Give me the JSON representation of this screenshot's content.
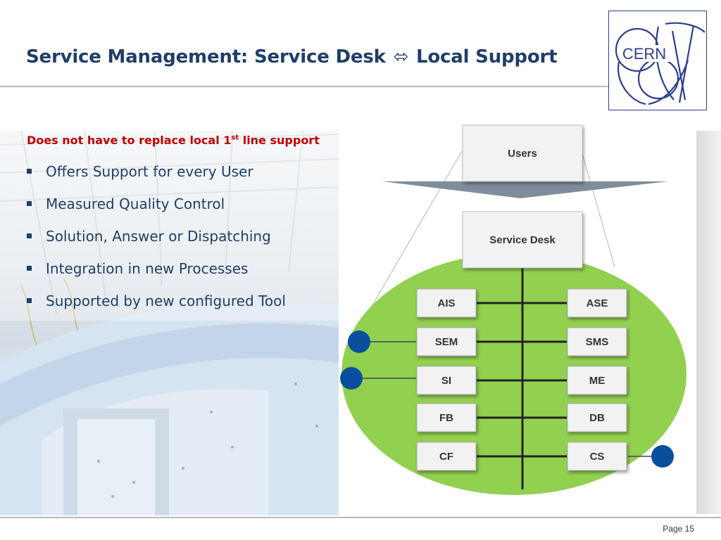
{
  "slide": {
    "title_left": "Service Management: Service Desk",
    "title_arrow": "⬄",
    "title_right": "Local Support",
    "logo_text": "CERN",
    "page_label": "Page 15"
  },
  "content": {
    "subtitle_main": "Does not have to  replace local 1",
    "subtitle_sup": "st",
    "subtitle_tail": " line support",
    "bullets": [
      "Offers Support for every User",
      "Measured Quality Control",
      "Solution, Answer or Dispatching",
      "Integration in new Processes",
      "Supported by new configured Tool"
    ]
  },
  "diagram": {
    "top_node": "Users",
    "center_node": "Service Desk",
    "left_units": [
      "AIS",
      "SEM",
      "SI",
      "FB",
      "CF"
    ],
    "right_units": [
      "ASE",
      "SMS",
      "ME",
      "DB",
      "CS"
    ],
    "colors": {
      "ellipse": "#92d050",
      "connector_dot": "#0a4f9e",
      "funnel": "#7f8c99",
      "title": "#1f3e68",
      "subtitle": "#c00000"
    }
  }
}
